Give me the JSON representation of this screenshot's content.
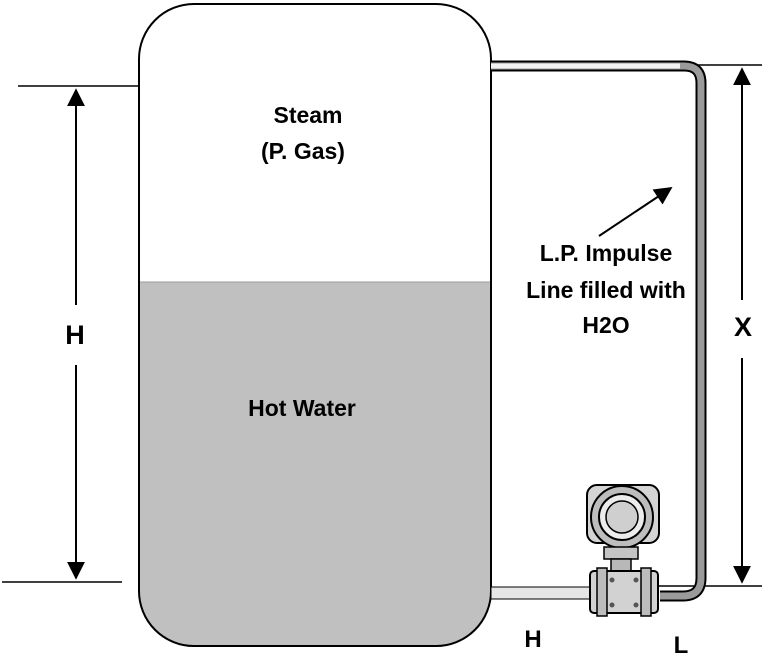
{
  "labels": {
    "steam": "Steam",
    "gas": "(P. Gas)",
    "water": "Hot Water",
    "impulse_line1": "L.P. Impulse",
    "impulse_line2": "Line filled with",
    "impulse_line3": "H2O",
    "height_h": "H",
    "height_x": "X",
    "port_h": "H",
    "port_l": "L"
  },
  "colors": {
    "water": "#c0c0c0",
    "vessel_outline": "#000000",
    "impulse_line": "#9a9a9a",
    "transmitter": "#c8c8c8",
    "background": "#ffffff"
  },
  "icons": {
    "transmitter": "dp-transmitter-icon",
    "arrow": "arrow-icon"
  }
}
